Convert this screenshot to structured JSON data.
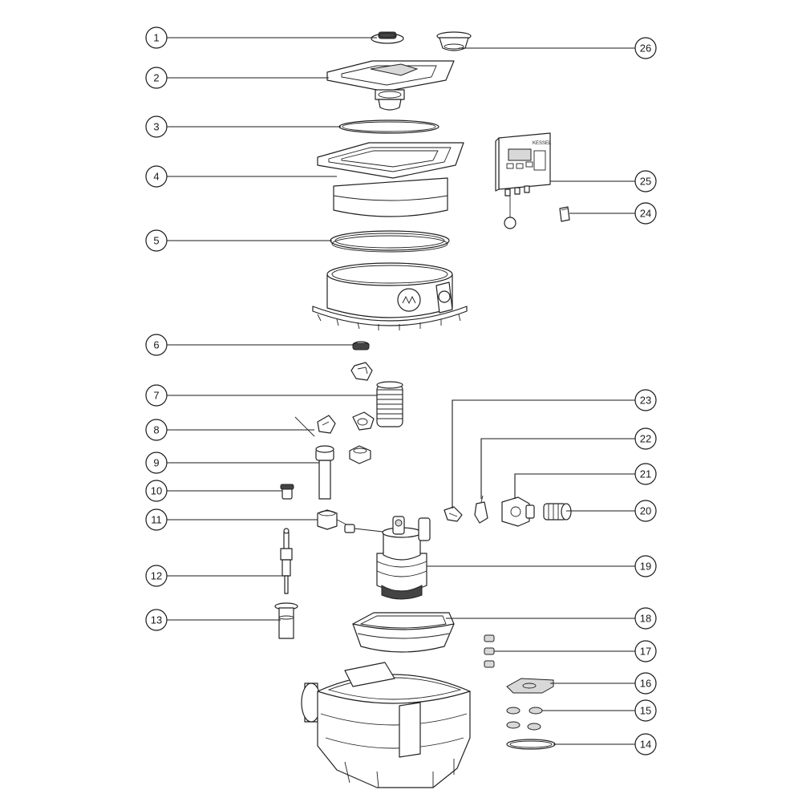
{
  "callouts": [
    {
      "id": "1",
      "label": "1"
    },
    {
      "id": "2",
      "label": "2"
    },
    {
      "id": "3",
      "label": "3"
    },
    {
      "id": "4",
      "label": "4"
    },
    {
      "id": "5",
      "label": "5"
    },
    {
      "id": "6",
      "label": "6"
    },
    {
      "id": "7",
      "label": "7"
    },
    {
      "id": "8",
      "label": "8"
    },
    {
      "id": "9",
      "label": "9"
    },
    {
      "id": "10",
      "label": "10"
    },
    {
      "id": "11",
      "label": "11"
    },
    {
      "id": "12",
      "label": "12"
    },
    {
      "id": "13",
      "label": "13"
    },
    {
      "id": "14",
      "label": "14"
    },
    {
      "id": "15",
      "label": "15"
    },
    {
      "id": "16",
      "label": "16"
    },
    {
      "id": "17",
      "label": "17"
    },
    {
      "id": "18",
      "label": "18"
    },
    {
      "id": "19",
      "label": "19"
    },
    {
      "id": "20",
      "label": "20"
    },
    {
      "id": "21",
      "label": "21"
    },
    {
      "id": "22",
      "label": "22"
    },
    {
      "id": "23",
      "label": "23"
    },
    {
      "id": "24",
      "label": "24"
    },
    {
      "id": "25",
      "label": "25"
    },
    {
      "id": "26",
      "label": "26"
    }
  ],
  "logos": {
    "controller_brand": "KESSEL"
  }
}
